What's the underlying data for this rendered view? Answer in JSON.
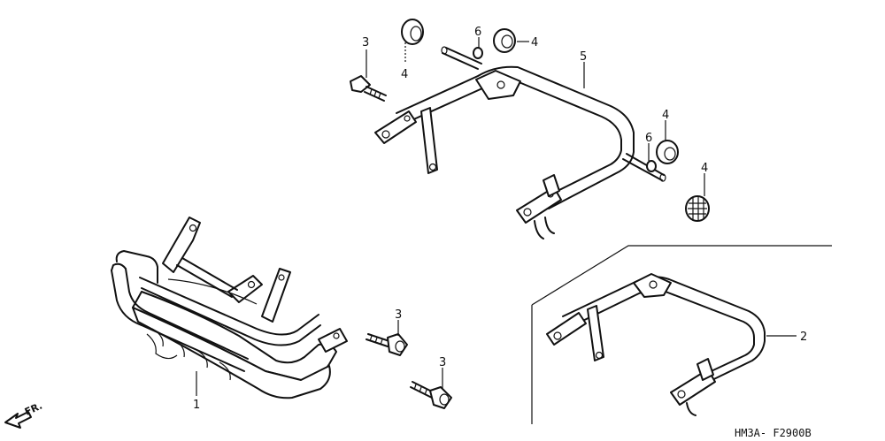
{
  "diagram_code": "HM3A- F2900B",
  "direction_label": "FR.",
  "callouts": [
    {
      "id": "c-3a",
      "text": "3"
    },
    {
      "id": "c-4a",
      "text": "4"
    },
    {
      "id": "c-6a",
      "text": "6"
    },
    {
      "id": "c-4b",
      "text": "4"
    },
    {
      "id": "c-5",
      "text": "5"
    },
    {
      "id": "c-4c",
      "text": "4"
    },
    {
      "id": "c-6b",
      "text": "6"
    },
    {
      "id": "c-4d",
      "text": "4"
    },
    {
      "id": "c-3b",
      "text": "3"
    },
    {
      "id": "c-3c",
      "text": "3"
    },
    {
      "id": "c-1",
      "text": "1"
    },
    {
      "id": "c-2",
      "text": "2"
    }
  ]
}
